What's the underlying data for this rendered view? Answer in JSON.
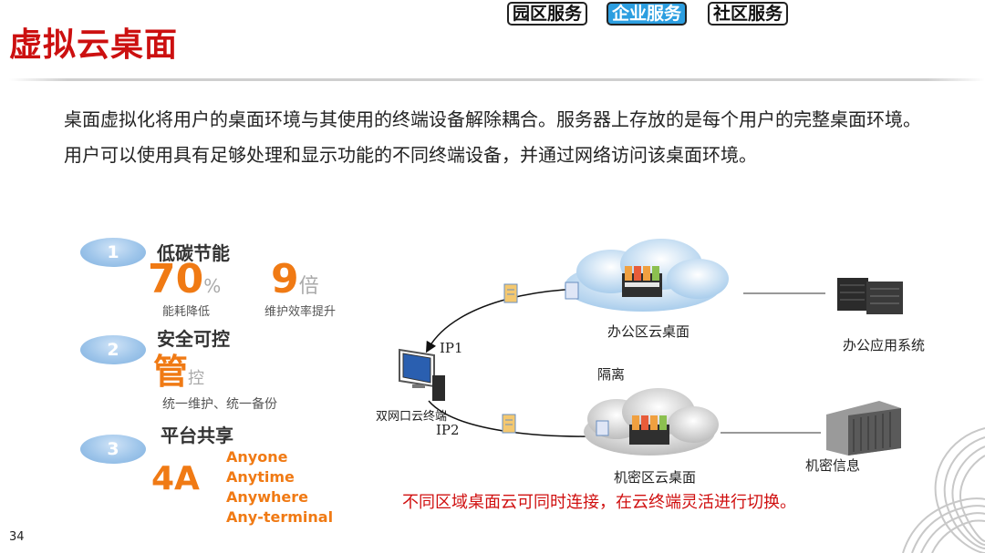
{
  "header": {
    "title": "虚拟云桌面",
    "tabs": [
      {
        "label": "园区服务",
        "active": false
      },
      {
        "label": "企业服务",
        "active": true
      },
      {
        "label": "社区服务",
        "active": false
      }
    ]
  },
  "intro": "桌面虚拟化将用户的桌面环境与其使用的终端设备解除耦合。服务器上存放的是每个用户的完整桌面环境。用户可以使用具有足够处理和显示功能的不同终端设备，并通过网络访问该桌面环境。",
  "features": [
    {
      "number": "1",
      "title": "低碳节能",
      "stat1_value": "70",
      "stat1_unit": "%",
      "stat1_caption": "能耗降低",
      "stat2_value": "9",
      "stat2_unit": "倍",
      "stat2_caption": "维护效率提升"
    },
    {
      "number": "2",
      "title": "安全可控",
      "big_char": "管",
      "small_char": "控",
      "caption": "统一维护、统一备份"
    },
    {
      "number": "3",
      "title": "平台共享",
      "big_text": "4A",
      "items": [
        "Anyone",
        "Anytime",
        "Anywhere",
        "Any-terminal"
      ]
    }
  ],
  "diagram": {
    "office_cloud_label": "办公区云桌面",
    "office_system_label": "办公应用系统",
    "secret_cloud_label": "机密区云桌面",
    "secret_info_label": "机密信息",
    "terminal_label": "双网口云终端",
    "ip1": "IP1",
    "ip2": "IP2",
    "isolation_label": "隔离",
    "note": "不同区域桌面云可同时连接，在云终端灵活进行切换。"
  },
  "page_number": "34",
  "colors": {
    "title_red": "#cc1010",
    "accent_orange": "#f07a14",
    "tab_active_blue": "#2c9ee0",
    "pill_blue": "#9ec5ea",
    "note_red": "#d01010"
  }
}
